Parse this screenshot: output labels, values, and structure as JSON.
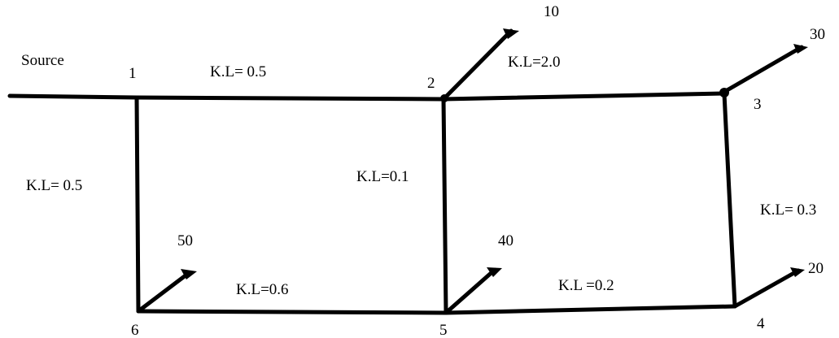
{
  "diagram": {
    "source_label": "Source",
    "nodes": {
      "n1": "1",
      "n2": "2",
      "n3": "3",
      "n4": "4",
      "n5": "5",
      "n6": "6"
    },
    "demands": {
      "d2": "10",
      "d3": "30",
      "d4": "20",
      "d5": "40",
      "d6": "50"
    },
    "pipes": {
      "p12": "K.L= 0.5",
      "p23": "K.L=2.0",
      "p16": "K.L= 0.5",
      "p25": "K.L=0.1",
      "p34": "K.L= 0.3",
      "p65": "K.L=0.6",
      "p54": "K.L =0.2"
    }
  }
}
